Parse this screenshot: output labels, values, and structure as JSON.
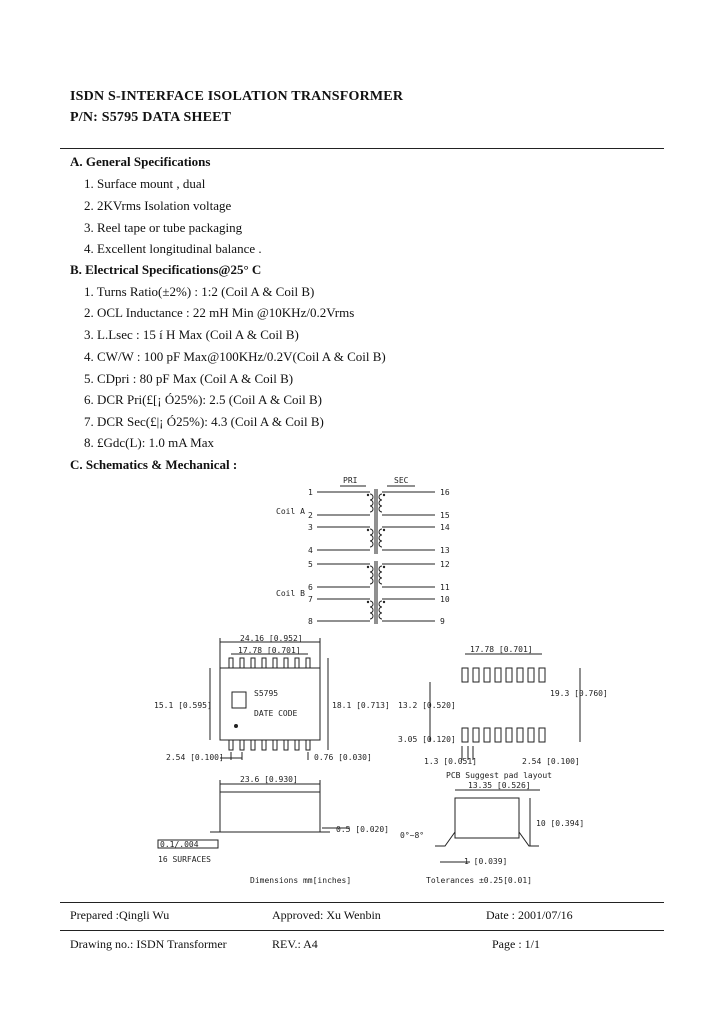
{
  "header": {
    "title": "ISDN S-INTERFACE ISOLATION TRANSFORMER",
    "pn": "P/N: S5795 DATA SHEET"
  },
  "general": {
    "heading": "A. General Specifications",
    "items": [
      "1. Surface mount , dual",
      "2. 2KVrms Isolation voltage",
      "3. Reel tape or tube packaging",
      "4. Excellent longitudinal balance ."
    ]
  },
  "electrical": {
    "heading": "B. Electrical Specifications@25° C",
    "items": [
      "1. Turns Ratio(±2%) : 1:2 (Coil A & Coil B)",
      "2. OCL Inductance : 22 mH Min @10KHz/0.2Vrms",
      "3. L.Lsec : 15 í H Max (Coil A & Coil B)",
      "4. CW/W : 100 pF Max@100KHz/0.2V(Coil A & Coil B)",
      "5. CDpri : 80 pF Max (Coil A & Coil B)",
      "6. DCR Pri(£[¡ Ó25%): 2.5 (Coil A & Coil B)",
      "7. DCR Sec(£|¡ Ó25%): 4.3 (Coil A & Coil B)",
      "8. £Gdc(L): 1.0 mA Max"
    ]
  },
  "schematics": {
    "heading": "C. Schematics & Mechanical :",
    "pri": "PRI",
    "sec": "SEC",
    "coil_a": "Coil A",
    "coil_b": "Coil B",
    "pins_left": [
      "1",
      "2",
      "3",
      "4",
      "5",
      "6",
      "7",
      "8"
    ],
    "pins_right": [
      "16",
      "15",
      "14",
      "13",
      "12",
      "11",
      "10",
      "9"
    ]
  },
  "mechanical": {
    "top_width": "24.16 [0.952]",
    "pin_span": "17.78 [0.701]",
    "body_height": "15.1 [0.595]",
    "total_height": "18.1 [0.713]",
    "part_mark": "S5795",
    "date_code": "DATE CODE",
    "pitch": "2.54 [0.100]",
    "pin_width": "0.76 [0.030]",
    "side_length": "23.6 [0.930]",
    "coplanarity": "0.1/.004",
    "surfaces": "16 SURFACES",
    "standoff": "0.5 [0.020]",
    "end_width": "13.35 [0.526]",
    "angle": "0°~8°",
    "end_height": "10 [0.394]",
    "foot_len": "1 [0.039]",
    "pad_span": "17.78 [0.701]",
    "pad_inner": "13.2 [0.520]",
    "pad_outer": "19.3 [0.760]",
    "pad_len": "3.05 [0.120]",
    "pad_width": "1.3 [0.051]",
    "pad_pitch": "2.54 [0.100]",
    "pcb_caption": "PCB Suggest pad layout",
    "dims_note": "Dimensions mm[inches]",
    "tol_note": "Tolerances ±0.25[0.01]"
  },
  "footer": {
    "prepared": "Prepared :Qingli Wu",
    "approved": "Approved: Xu Wenbin",
    "date": "Date : 2001/07/16",
    "drawing": "Drawing no.: ISDN Transformer",
    "rev": "REV.: A4",
    "page": "Page : 1/1"
  }
}
